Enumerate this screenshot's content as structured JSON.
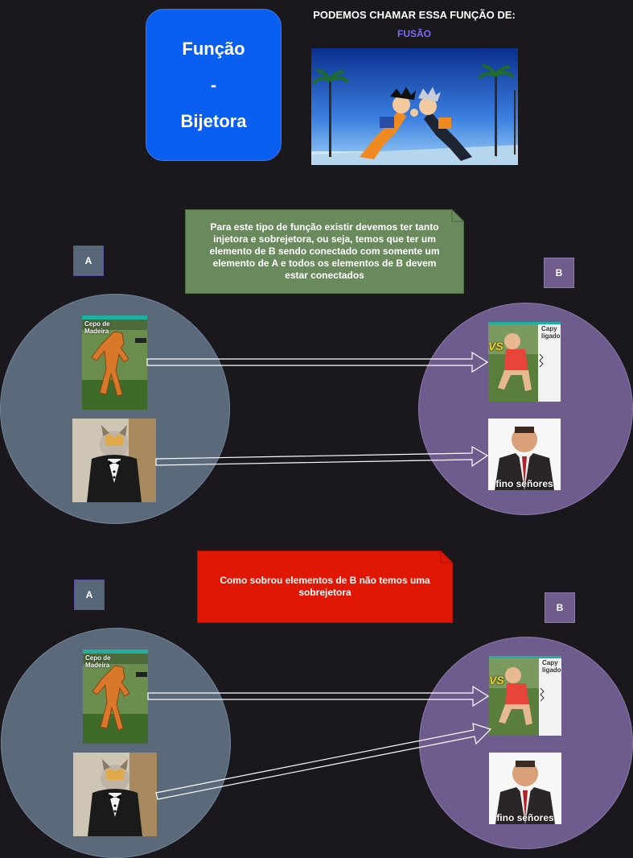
{
  "header": {
    "title_line1": "Função",
    "title_line2": "-",
    "title_line3": "Bijetora",
    "heading": "PODEMOS CHAMAR ESSA FUNÇÃO DE:",
    "subheading": "FUSÃO"
  },
  "diagram1": {
    "note": "Para este tipo de função existir devemos ter tanto injetora e sobrejetora, ou seja, temos que ter um elemento de B sendo conectado com somente um elemento de A e todos os elementos de B devem estar conectados",
    "label_a": "A",
    "label_b": "B",
    "wood_caption": "Cepo de Madeira",
    "meme_caption": "Capy ligado",
    "meme_vs": "VS",
    "suit_caption": "fino señores"
  },
  "diagram2": {
    "note": "Como sobrou elementos de B não temos uma sobrejetora",
    "label_a": "A",
    "label_b": "B",
    "wood_caption": "Cepo de Madeira",
    "meme_caption": "Capy ligado",
    "meme_vs": "VS",
    "suit_caption": "fino señores"
  },
  "colors": {
    "background": "#1a181d",
    "title_box": "#0a5ef0",
    "note_green": "#6a8a5d",
    "note_red": "#e01705",
    "set_a": "#5b6a7b",
    "set_b": "#6f5c8e",
    "fusao_text": "#7b6cf0"
  }
}
